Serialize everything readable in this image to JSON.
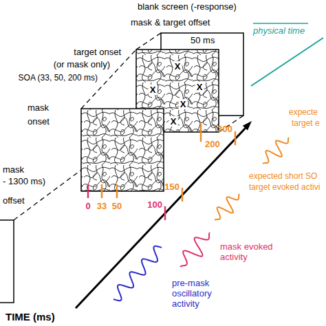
{
  "diagram": {
    "labels": [
      "blank screen (-response)",
      "mask & target offset",
      "50 ms",
      "target onset",
      "(or mask only)",
      "SOA (33, 50, 200 ms)",
      "mask",
      "onset",
      "mask",
      "- 1300 ms)",
      "offset",
      "X",
      "X",
      "X",
      "X",
      "X",
      "physical time",
      "300",
      "expecte",
      "target e",
      "200",
      "150",
      "100",
      "0",
      "33",
      "50",
      "expected short SO",
      "target evoked activi",
      "mask evoked activity",
      "pre-mask oscillatory activity",
      "TIME (ms)"
    ]
  }
}
